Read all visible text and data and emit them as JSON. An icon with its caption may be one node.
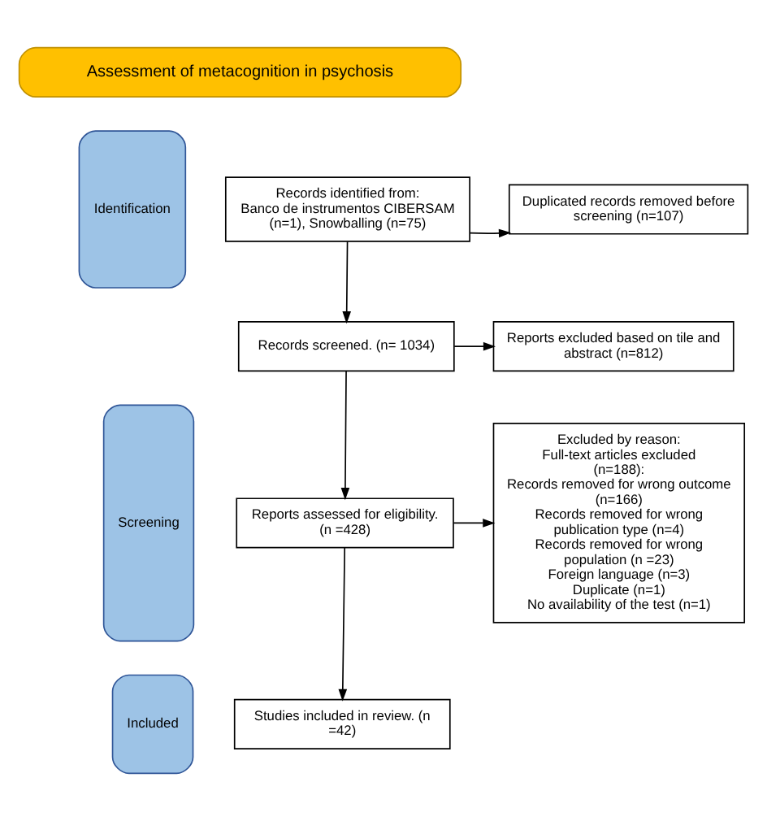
{
  "diagram": {
    "nodes": [
      {
        "text": [
          "Assessment of metacognition in psychosis"
        ]
      },
      {
        "text": [
          "Identification"
        ]
      },
      {
        "text": [
          "Screening"
        ]
      },
      {
        "text": [
          "Included"
        ]
      },
      {
        "text": [
          "Records identified from:",
          "Banco de instrumentos CIBERSAM (n=1), Snowballing (n=75)"
        ]
      },
      {
        "text": [
          "Duplicated records removed before screening (n=107)"
        ]
      },
      {
        "text": [
          "Records screened. (n= 1034)"
        ]
      },
      {
        "text": [
          "Reports excluded based on tile and abstract (n=812)"
        ]
      },
      {
        "text": [
          "Reports assessed for eligibility. (n =428)"
        ]
      },
      {
        "text": [
          "Excluded by reason:",
          "Full-text articles excluded (n=188):",
          "Records removed for wrong outcome (n=166)",
          "Records removed for wrong publication type (n=4)",
          "Records removed for wrong population (n =23)",
          "Foreign language (n=3)",
          "Duplicate (n=1)",
          "No availability of the test (n=1)"
        ]
      },
      {
        "text": [
          "Studies included in review. (n =42)"
        ]
      }
    ],
    "edges": [
      {
        "from": 4,
        "to": 5,
        "arrow": "to"
      },
      {
        "from": 4,
        "to": 6,
        "arrow": "to"
      },
      {
        "from": 6,
        "to": 7,
        "arrow": "to"
      },
      {
        "from": 6,
        "to": 8,
        "arrow": "to"
      },
      {
        "from": 8,
        "to": 9,
        "arrow": "to"
      },
      {
        "from": 8,
        "to": 10,
        "arrow": "to"
      }
    ]
  }
}
